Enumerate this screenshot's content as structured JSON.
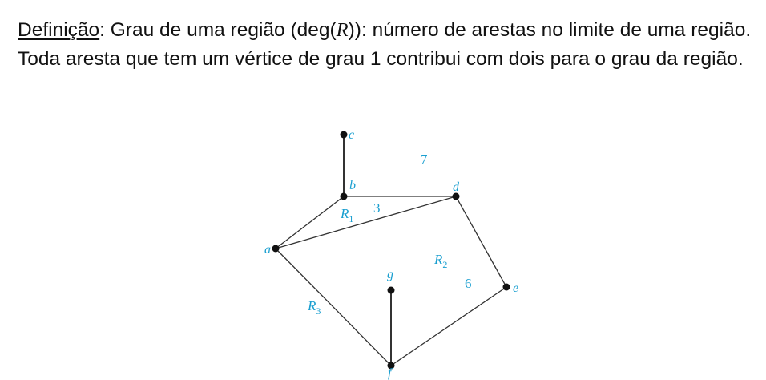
{
  "definition": {
    "term": "Definição",
    "text_before_math": ": Grau de uma região (deg(",
    "math_symbol": "R",
    "text_after_math": ")): número de arestas no limite de uma região. Toda aresta que tem um vértice de grau 1 contribui com dois para o grau da região."
  },
  "graph": {
    "vertices": [
      {
        "id": "a",
        "label": "a"
      },
      {
        "id": "b",
        "label": "b"
      },
      {
        "id": "c",
        "label": "c"
      },
      {
        "id": "d",
        "label": "d"
      },
      {
        "id": "e",
        "label": "e"
      },
      {
        "id": "f",
        "label": "f"
      },
      {
        "id": "g",
        "label": "g"
      }
    ],
    "edges": [
      [
        "b",
        "c"
      ],
      [
        "b",
        "d"
      ],
      [
        "a",
        "b"
      ],
      [
        "a",
        "d"
      ],
      [
        "d",
        "e"
      ],
      [
        "e",
        "f"
      ],
      [
        "a",
        "f"
      ],
      [
        "f",
        "g"
      ]
    ],
    "regions": [
      {
        "id": "R1",
        "letter": "R",
        "subscript": "1",
        "degree": "3"
      },
      {
        "id": "R2",
        "letter": "R",
        "subscript": "2",
        "degree": "6"
      },
      {
        "id": "R3",
        "letter": "R",
        "subscript": "3",
        "degree": ""
      },
      {
        "id": "outer",
        "letter": "",
        "subscript": "",
        "degree": "7"
      }
    ],
    "colors": {
      "edge": "#333333",
      "vertex": "#111111",
      "label": "#1a9fd0"
    }
  }
}
